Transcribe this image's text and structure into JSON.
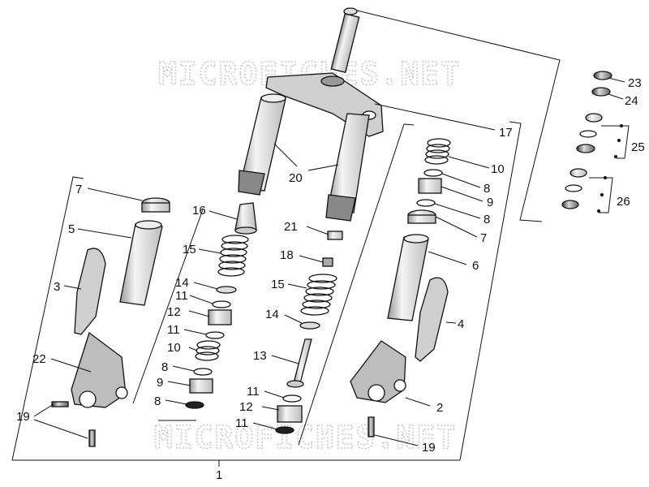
{
  "watermark": "MICROFICHES.NET",
  "callouts": {
    "c1": "1",
    "c2": "2",
    "c3": "3",
    "c4": "4",
    "c5": "5",
    "c6": "6",
    "c7a": "7",
    "c7b": "7",
    "c8a": "8",
    "c8b": "8",
    "c8c": "8",
    "c8d": "8",
    "c9a": "9",
    "c9b": "9",
    "c10a": "10",
    "c10b": "10",
    "c11a": "11",
    "c11b": "11",
    "c11c": "11",
    "c11d": "11",
    "c12a": "12",
    "c12b": "12",
    "c13": "13",
    "c14a": "14",
    "c14b": "14",
    "c15a": "15",
    "c15b": "15",
    "c16": "16",
    "c17": "17",
    "c18": "18",
    "c19a": "19",
    "c19b": "19",
    "c20": "20",
    "c21": "21",
    "c22": "22",
    "c23": "23",
    "c24": "24",
    "c25": "25",
    "c26": "26"
  }
}
